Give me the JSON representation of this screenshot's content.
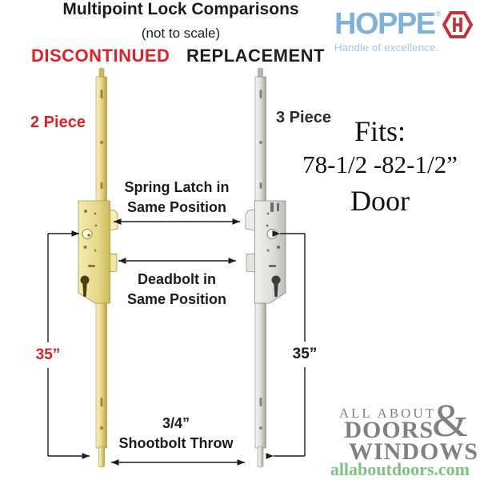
{
  "header": {
    "title": "Multipoint Lock Comparisons",
    "subtitle": "(not to scale)"
  },
  "brand": {
    "name": "HOPPE",
    "registered": "®",
    "tagline": "Handle of excellence.",
    "logo_text_color": "#7fb2d9",
    "tagline_color": "#a3c6e3",
    "hexagon_color": "#c5303a"
  },
  "comparison": {
    "left": {
      "status": "DISCONTINUED",
      "pieces": "2 Piece",
      "status_color": "#e21f26",
      "finish": "brass-yellow"
    },
    "right": {
      "status": "REPLACEMENT",
      "pieces": "3 Piece",
      "status_color": "#231f20",
      "finish": "stainless-silver"
    }
  },
  "fits": {
    "line1": "Fits:",
    "line2": "78-1/2 -82-1/2”",
    "line3": "Door"
  },
  "annotations": {
    "spring_latch_line1": "Spring Latch in",
    "spring_latch_line2": "Same Position",
    "deadbolt_line1": "Deadbolt in",
    "deadbolt_line2": "Same Position",
    "shootbolt_line1": "3/4”",
    "shootbolt_line2": "Shootbolt Throw",
    "left_height": "35”",
    "right_height": "35”"
  },
  "footer": {
    "logo_line1": "ALL ABOUT",
    "logo_line2": "DOORS",
    "logo_ampersand": "&",
    "logo_line3": "WINDOWS",
    "website": "allaboutdoors.com",
    "logo_color": "#7e8184",
    "website_color": "#7cc47c"
  }
}
